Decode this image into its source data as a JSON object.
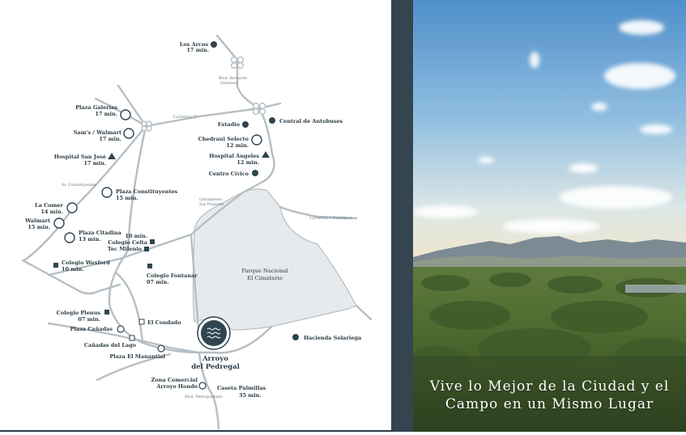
{
  "colors": {
    "accent": "#2f4550",
    "road": "#b6bec3",
    "park": "#e6eaed",
    "divider": "#34454f"
  },
  "map": {
    "places": [
      {
        "id": "los-arcos",
        "lines": [
          "Los Arcos",
          "17 min."
        ],
        "icon": "dot"
      },
      {
        "id": "plaza-galerias",
        "lines": [
          "Plaza Galerías",
          "17 min."
        ],
        "icon": "ring"
      },
      {
        "id": "sams-walmart",
        "lines": [
          "Sam's / Walmart",
          "17 min."
        ],
        "icon": "ring"
      },
      {
        "id": "hospital-san-jose",
        "lines": [
          "Hospital San José",
          "17 min."
        ],
        "icon": "triangle"
      },
      {
        "id": "plaza-constituyentes",
        "lines": [
          "Plaza Constituyentes",
          "15 min."
        ],
        "icon": "ring"
      },
      {
        "id": "la-comer",
        "lines": [
          "La Comer",
          "14 min."
        ],
        "icon": "ring"
      },
      {
        "id": "walmart",
        "lines": [
          "Walmart",
          "15 min."
        ],
        "icon": "ring"
      },
      {
        "id": "plaza-citadina",
        "lines": [
          "Plaza Citadina",
          "13 min."
        ],
        "icon": "ring"
      },
      {
        "id": "colegio-celta",
        "lines": [
          "10 min.",
          "Colegio Celta"
        ],
        "icon": "square"
      },
      {
        "id": "tec-milenio",
        "lines": [
          "Tec Milenio"
        ],
        "icon": "square"
      },
      {
        "id": "colegio-wexford",
        "lines": [
          "Colegio Wexford",
          "10 min."
        ],
        "icon": "square"
      },
      {
        "id": "colegio-fontanar",
        "lines": [
          "Colegio Fontanar",
          "07 min."
        ],
        "icon": "square"
      },
      {
        "id": "colegio-plenus",
        "lines": [
          "Colegio Plenus",
          "07 min."
        ],
        "icon": "square"
      },
      {
        "id": "el-condado",
        "lines": [
          "El Condado"
        ],
        "icon": "square-outline"
      },
      {
        "id": "plaza-canadas",
        "lines": [
          "Plaza Cañadas"
        ],
        "icon": "ring-small"
      },
      {
        "id": "canadas-del-lago",
        "lines": [
          "Cañadas del Lago"
        ],
        "icon": "square-outline"
      },
      {
        "id": "plaza-el-manantial",
        "lines": [
          "Plaza El Manantial"
        ],
        "icon": "ring-small"
      },
      {
        "id": "estadio",
        "lines": [
          "Estadio"
        ],
        "icon": "dot"
      },
      {
        "id": "central-autobuses",
        "lines": [
          "Central de Autobuses"
        ],
        "icon": "dot"
      },
      {
        "id": "chedraui-selecto",
        "lines": [
          "Chedraui Selecto",
          "12 min."
        ],
        "icon": "ring"
      },
      {
        "id": "hospital-angeles",
        "lines": [
          "Hospital Ángeles",
          "12 min."
        ],
        "icon": "triangle"
      },
      {
        "id": "centro-civico",
        "lines": [
          "Centro Cívico"
        ],
        "icon": "dot"
      },
      {
        "id": "hacienda-solariega",
        "lines": [
          "Hacienda Solariega"
        ],
        "icon": "dot"
      },
      {
        "id": "zona-comercial",
        "lines": [
          "Zona Comercial",
          "Arroyo Hondo"
        ],
        "icon": "ring-small"
      },
      {
        "id": "caseta-palmillas",
        "lines": [
          "Caseta Palmillas",
          "35 min."
        ],
        "icon": "none"
      }
    ],
    "roads": [
      {
        "id": "blvd-bernardo-quintana",
        "lines": [
          "Blvd. Bernardo",
          "Quintana"
        ]
      },
      {
        "id": "carretera-57",
        "lines": [
          "Carretera 57"
        ]
      },
      {
        "id": "av-constituyentes",
        "lines": [
          "Av. Constituyentes"
        ]
      },
      {
        "id": "libramiento",
        "lines": [
          "Libramiento",
          "Sur Poniente"
        ]
      },
      {
        "id": "carretera-huimilpan",
        "lines": [
          "Carretera a Huimilpan"
        ]
      },
      {
        "id": "blvd-metropolitano",
        "lines": [
          "Blvd. Metropolitano"
        ]
      }
    ],
    "park": {
      "lines": [
        "Parque Nacional",
        "El Cimatario"
      ]
    },
    "project": {
      "lines": [
        "Arroyo",
        "del Pedregal"
      ]
    }
  },
  "photo": {
    "tagline": [
      "Vive lo Mejor de la Ciudad y el",
      "Campo en un Mismo Lugar"
    ]
  }
}
